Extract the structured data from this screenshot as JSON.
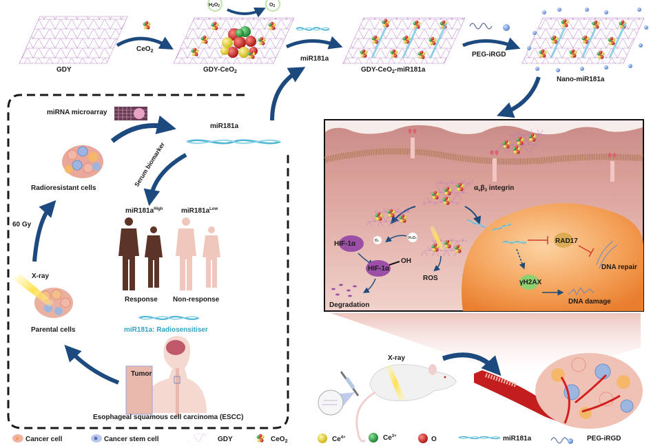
{
  "figure": {
    "top_row": {
      "gdy_label": "GDY",
      "ceo2_step_label_main": "CeO",
      "ceo2_step_label_sub": "2",
      "h2o2_label_main": "H",
      "h2o2_label_sub1": "2",
      "h2o2_label_mid": "O",
      "h2o2_label_sub2": "2",
      "o2_label_main": "O",
      "o2_label_sub": "2",
      "gdy_ceo2_label_main": "GDY-CeO",
      "gdy_ceo2_label_sub": "2",
      "mir_step_label": "miR181a",
      "gdy_ceo2_mir_label_main": "GDY-CeO",
      "gdy_ceo2_mir_label_sub": "2",
      "gdy_ceo2_mir_label_tail": "-miR181a",
      "peg_step_label": "PEG-iRGD",
      "nano_label": "Nano-miR181a"
    },
    "left_panel": {
      "microarray_label": "miRNA microarray",
      "mir_label": "miR181a",
      "radioresistant_label": "Radioresistant cells",
      "serum_label": "Serum biomarker",
      "dose_label": "60 Gy",
      "xray_label": "X-ray",
      "parental_label": "Parental cells",
      "high_label_main": "miR181a",
      "high_label_sup": "High",
      "low_label_main": "miR181a",
      "low_label_sup": "Low",
      "response_label": "Response",
      "nonresponse_label": "Non-response",
      "radiosensitiser_label": "miR181a: Radiosensitiser",
      "tumor_label": "Tumor",
      "escc_label": "Esophageal squamous cell carcinoma (ESCC)"
    },
    "cell_panel": {
      "integrin_label_alpha": "α",
      "integrin_label_v": "v",
      "integrin_label_beta": "β",
      "integrin_label_3": "3",
      "integrin_label_tail": " integrin",
      "hif_label": "HIF-1α",
      "hif_oh_label": "HIF-1α",
      "oh_label": "OH",
      "o2_label": "O₂",
      "h2o2_label": "H₂O₂",
      "ros_label": "ROS",
      "degradation_label": "Degradation",
      "rad17_label": "RAD17",
      "dna_repair_label": "DNA repair",
      "gh2ax_label": "γH2AX",
      "dna_damage_label": "DNA damage"
    },
    "invivo": {
      "xray_label": "X-ray"
    },
    "legend": {
      "items": [
        {
          "label": "Cancer cell",
          "icon": "cancer-cell-icon"
        },
        {
          "label": "Cancer stem cell",
          "icon": "cancer-stem-cell-icon"
        },
        {
          "label": "GDY",
          "icon": "gdy-lattice-icon"
        },
        {
          "label": "CeO",
          "sub": "2",
          "icon": "ceo2-cluster-icon"
        },
        {
          "label": "Ce",
          "sup": "4+",
          "icon": "ce4-sphere-icon"
        },
        {
          "label": "Ce",
          "sup": "3+",
          "icon": "ce3-sphere-icon"
        },
        {
          "label": "O",
          "icon": "oxygen-sphere-icon"
        },
        {
          "label": "miR181a",
          "icon": "mirna-helix-icon"
        },
        {
          "label": "PEG-iRGD",
          "icon": "peg-irgd-icon"
        }
      ]
    },
    "colors": {
      "arrow_blue": "#1d4a7e",
      "gdy_purple": "#b46fc4",
      "ce4_yellow": "#e8d21c",
      "ce3_green": "#2a9a3c",
      "oxygen_red": "#c9201e",
      "mirna_teal": "#4fb6d4",
      "cell_pink": "#e8b3a8",
      "nucleus_orange": "#f29a4a",
      "human_dark": "#5b3427",
      "human_light": "#efc7bd",
      "inhibit_red": "#d23a2e"
    }
  }
}
